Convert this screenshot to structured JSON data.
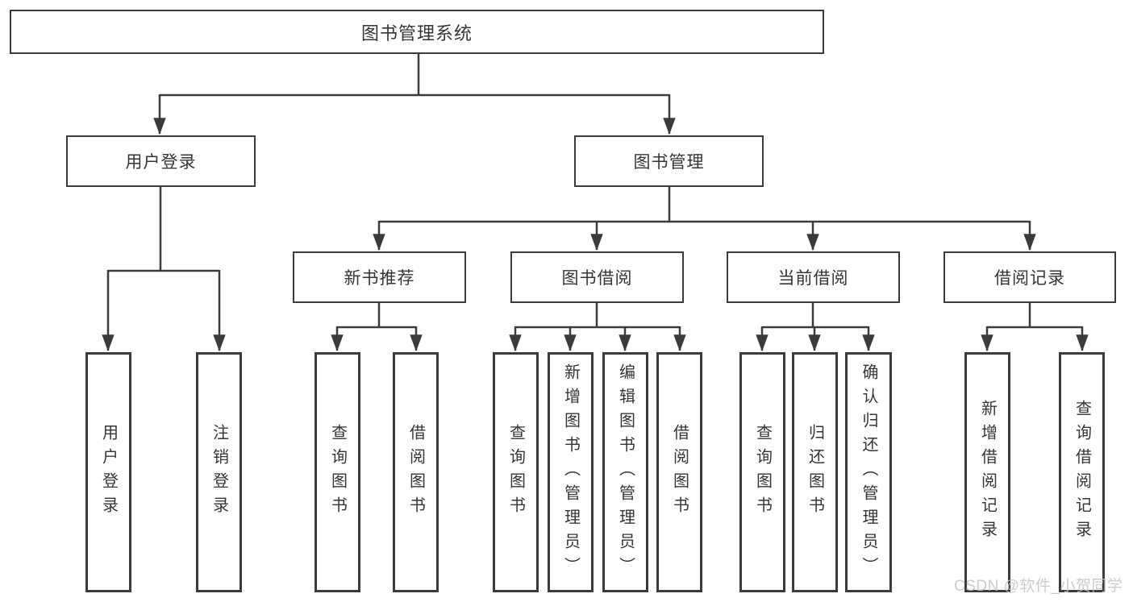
{
  "diagram": {
    "type": "hierarchy-tree",
    "nodes": {
      "root": {
        "label": "图书管理系统"
      },
      "level2": [
        {
          "label": "用户登录",
          "parent": "图书管理系统"
        },
        {
          "label": "图书管理",
          "parent": "图书管理系统"
        }
      ],
      "level3": [
        {
          "label": "新书推荐",
          "parent": "图书管理"
        },
        {
          "label": "图书借阅",
          "parent": "图书管理"
        },
        {
          "label": "当前借阅",
          "parent": "图书管理"
        },
        {
          "label": "借阅记录",
          "parent": "图书管理"
        }
      ],
      "leaves": [
        {
          "label": "用户登录",
          "parent": "用户登录"
        },
        {
          "label": "注销登录",
          "parent": "用户登录"
        },
        {
          "label": "查询图书",
          "parent": "新书推荐"
        },
        {
          "label": "借阅图书",
          "parent": "新书推荐"
        },
        {
          "label": "查询图书",
          "parent": "图书借阅"
        },
        {
          "label": "新增图书（管理员）",
          "parent": "图书借阅"
        },
        {
          "label": "编辑图书（管理员）",
          "parent": "图书借阅"
        },
        {
          "label": "借阅图书",
          "parent": "图书借阅"
        },
        {
          "label": "查询图书",
          "parent": "当前借阅"
        },
        {
          "label": "归还图书",
          "parent": "当前借阅"
        },
        {
          "label": "确认归还（管理员）",
          "parent": "当前借阅"
        },
        {
          "label": "新增借阅记录",
          "parent": "借阅记录"
        },
        {
          "label": "查询借阅记录",
          "parent": "借阅记录"
        }
      ]
    }
  },
  "watermark": {
    "text": "CSDN @软件_小贺同学"
  },
  "colors": {
    "line": "#3b3b3b",
    "text": "#353535",
    "background": "#ffffff",
    "watermark": "#c3c3c3"
  }
}
